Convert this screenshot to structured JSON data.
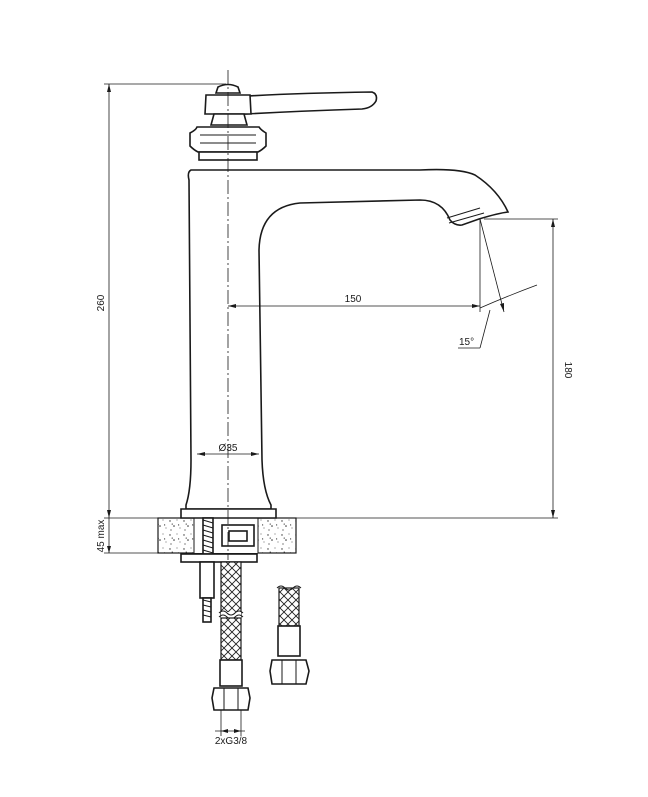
{
  "dimensions": {
    "height_total": "260",
    "spout_reach": "150",
    "spout_height": "180",
    "base_diameter": "Ø35",
    "spout_angle": "15°",
    "counter_thickness": "45 max",
    "connection": "2xG3/8"
  }
}
